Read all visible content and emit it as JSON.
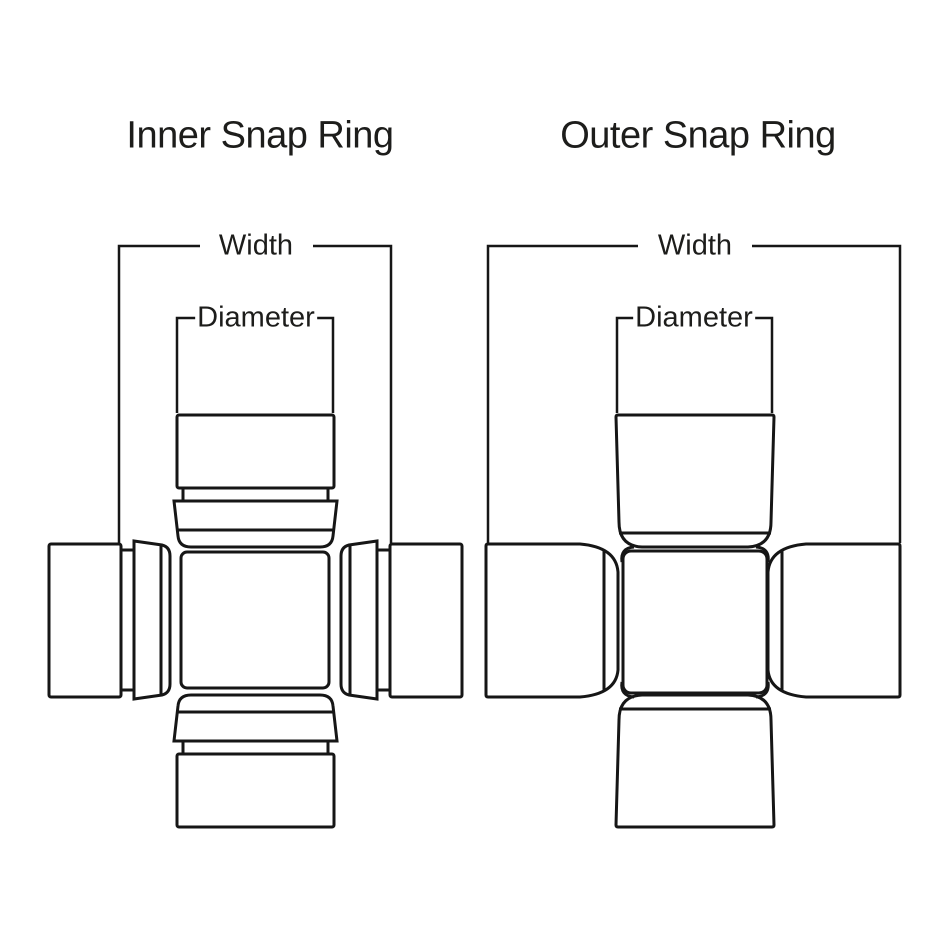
{
  "page": {
    "background_color": "#ffffff",
    "line_color": "#161616",
    "text_color": "#1d1d1b"
  },
  "diagrams": [
    {
      "id": "inner-snap-ring",
      "title": "Inner Snap Ring",
      "dimensions": {
        "width_label": "Width",
        "diameter_label": "Diameter"
      }
    },
    {
      "id": "outer-snap-ring",
      "title": "Outer Snap Ring",
      "dimensions": {
        "width_label": "Width",
        "diameter_label": "Diameter"
      }
    }
  ]
}
